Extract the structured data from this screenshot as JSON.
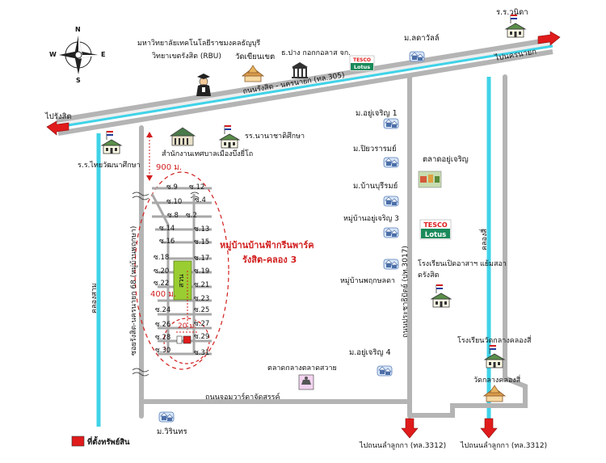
{
  "compass": {
    "n": "N",
    "s": "S",
    "e": "E",
    "w": "W"
  },
  "roads": {
    "main_road": "ถนนรังสิต - นครนายก (ทล.305)",
    "to_rangsit": "ไปรังสิต",
    "to_nakhon_nayok": "ไปนครนายก",
    "soi": "ซอยรังสิต-นครนายก 68 (หมู่บ้านพฤกษา)",
    "prachathipat_road": "ถนนประชาธิปัตย์ (ปท.3017)",
    "chom_road": "ถนนจอมวาร์ดาจัดสรรค์",
    "to_lam_luk_ka_1": "ไปถนนลำลูกกา (ทล.3312)",
    "to_lam_luk_ka_2": "ไปถนนลำลูกกา (ทล.3312)",
    "canal_left": "คลองสาม",
    "canal_right": "คลองสี่"
  },
  "places": {
    "rru": "มหาวิทยาลัยเทคโนโลยีราชมงคลธัญบุรี",
    "rru_sub": "วิทยาเขตรังสิต (RBU)",
    "temple_top": "วัดเขียนเขต",
    "bank": "ธ.ปาง กอกกอลาส จก.",
    "tesco_top": "TESCO Lotus",
    "laddawan": "ม.ลดาวัลล์",
    "school_top_right": "ร.ร.วนิดา",
    "school_left": "ร.ร.ไทยวัฒนาศึกษา",
    "school_center": "รร.นานาชาติศึกษา",
    "municipal": "สำนักงานเทศบาลเมืองบึงยี่โถ",
    "village_1": "ม.อยู่เจริญ 1",
    "village_piyawan": "ม.ปิยวรารมย์",
    "village_suriya": "ม.บ้านบุรีรมย์",
    "village_3": "หมู่บ้านอยู่เจริญ 3",
    "village_pruksa": "หมู่บ้านพฤกษลดา",
    "market_yuu": "ตลาดอยู่เจริญ",
    "tesco_right": "TESCO Lotus",
    "school_right": "โรงเรียนเปิดอาสาฯ แย้มสอาดรังสิต",
    "village_4": "ม.อยู่เจริญ 4",
    "school_wat": "โรงเรียนวัดกลางคลองสี่",
    "temple_right": "วัดกลางคลองสี่",
    "market_bottom": "ตลาดกลางตลาดสวาย",
    "village_bottom": "ม.วิรินทร"
  },
  "project": {
    "name_line1": "หมู่บ้านบ้านฟ้ากรีนพาร์ค",
    "name_line2": "รังสิต-คลอง 3",
    "distance_900": "900 ม.",
    "distance_400": "400 ม.",
    "distance_20": "20 ม.",
    "park": "สวน",
    "sois_left": [
      "ซ.9",
      "ซ.10",
      "ซ.8",
      "ซ.14",
      "ซ.16",
      "ซ.18",
      "ซ.20",
      "ซ.22",
      "ซ.24",
      "ซ.26",
      "ซ.28",
      "ซ.30"
    ],
    "sois_right": [
      "ซ.12",
      "ซ.4",
      "ซ.2",
      "ซ.13",
      "ซ.15",
      "ซ.17",
      "ซ.19",
      "ซ.21",
      "ซ.23",
      "ซ.25",
      "ซ.27",
      "ซ.29",
      "ซ.31"
    ]
  },
  "legend": {
    "label": "ที่ตั้งทรัพย์สิน",
    "color": "#e01b1b"
  },
  "colors": {
    "road": "#b4b4b4",
    "canal": "#3fd3e8",
    "arrow": "#e01b1b",
    "dashed": "#d21e1e",
    "park": "#9acd32"
  }
}
